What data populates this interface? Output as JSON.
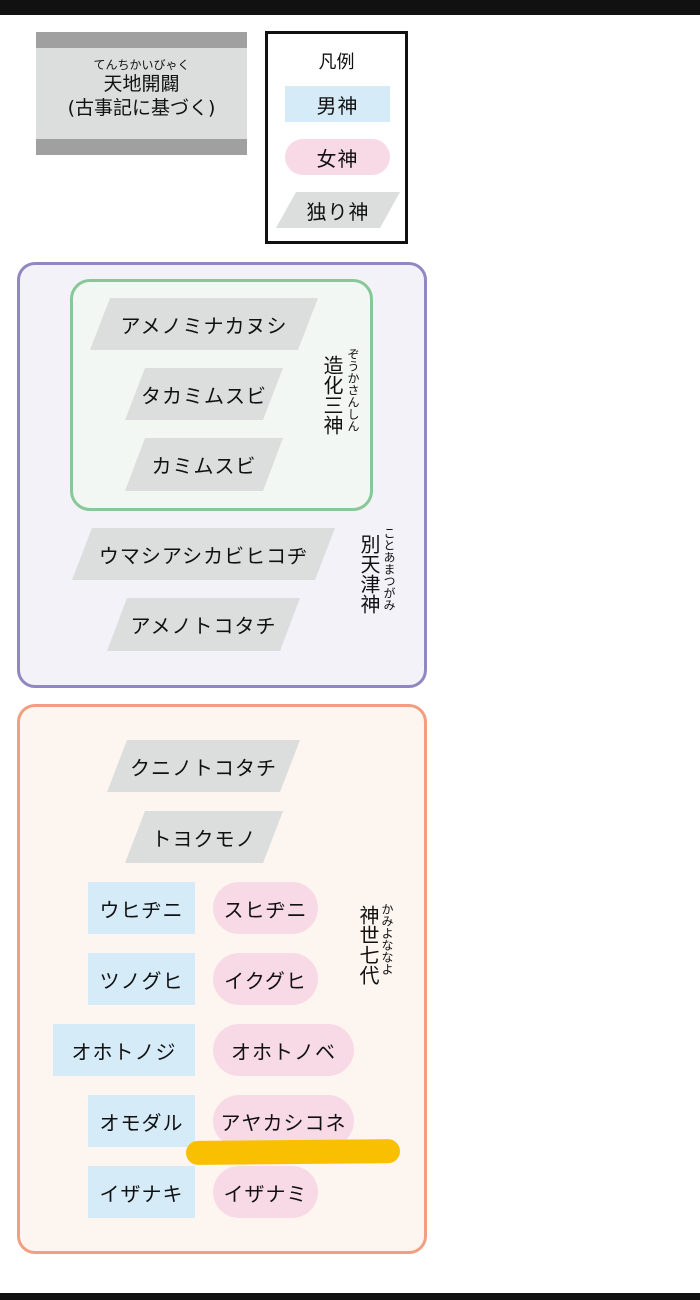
{
  "title": {
    "ruby": "てんちかいびゃく",
    "line1": "天地開闢",
    "line2": "(古事記に基づく)"
  },
  "legend": {
    "title": "凡例",
    "male": "男神",
    "female": "女神",
    "single": "独り神"
  },
  "groups": {
    "zouka": {
      "label": "造化三神",
      "ruby": "ぞうかさんしん",
      "members": [
        "アメノミナカヌシ",
        "タカミムスビ",
        "カミムスビ"
      ]
    },
    "kotoamatsu": {
      "label": "別天津神",
      "ruby": "ことあまつがみ",
      "members": [
        "ウマシアシカビヒコヂ",
        "アメノトコタチ"
      ]
    },
    "kamiyo": {
      "label": "神世七代",
      "ruby": "かみよななよ",
      "singles": [
        "クニノトコタチ",
        "トヨクモノ"
      ],
      "pairs": [
        {
          "male": "ウヒヂニ",
          "female": "スヒヂニ"
        },
        {
          "male": "ツノグヒ",
          "female": "イクグヒ"
        },
        {
          "male": "オホトノジ",
          "female": "オホトノベ"
        },
        {
          "male": "オモダル",
          "female": "アヤカシコネ"
        },
        {
          "male": "イザナキ",
          "female": "イザナミ"
        }
      ]
    }
  },
  "colors": {
    "male": "#d5ebf8",
    "female": "#f8dae6",
    "single": "#dcdddd",
    "highlight": "#f8c000"
  }
}
